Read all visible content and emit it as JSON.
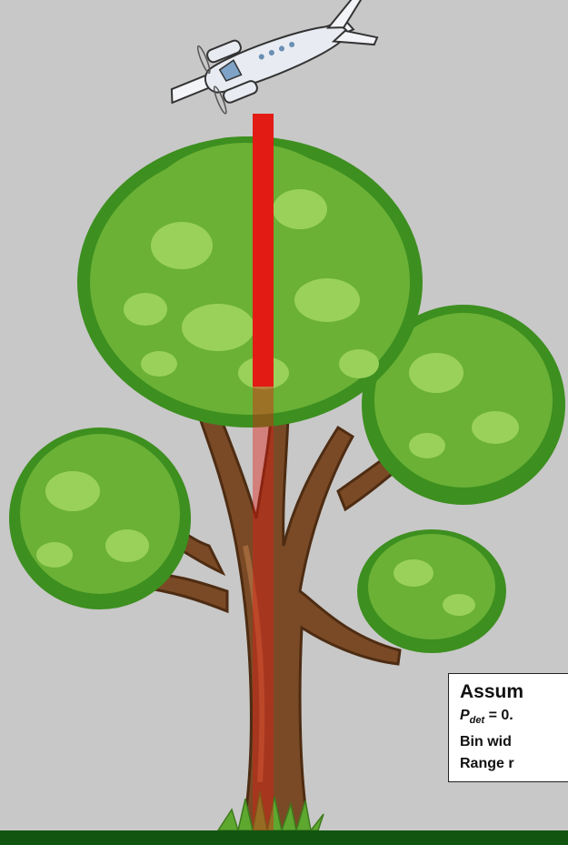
{
  "assumptions": {
    "title": "Assum",
    "pdet_symbol": "P",
    "pdet_subscript": "det",
    "pdet_rest": " = 0.",
    "line2": "Bin wid",
    "line3": "Range r"
  },
  "colors": {
    "background": "#c8c8c8",
    "ground": "#115511",
    "laser": "#e21b14",
    "foliage_dark": "#3d8f1f",
    "foliage_mid": "#6ab136",
    "foliage_light": "#9ad15a",
    "trunk": "#7a4a26",
    "trunk_light": "#a0683a",
    "grass": "#5fa830"
  },
  "icons": {
    "aircraft": "airplane-icon",
    "tree": "tree-icon",
    "grass": "grass-icon"
  }
}
